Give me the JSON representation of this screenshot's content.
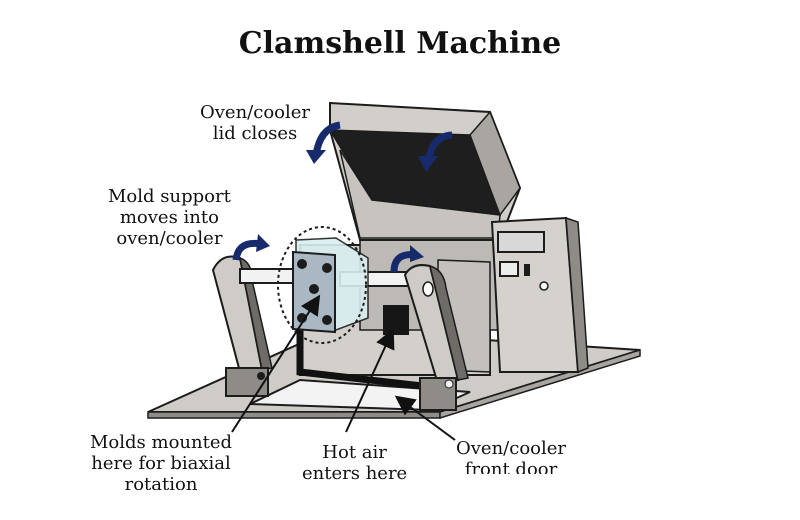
{
  "diagram": {
    "title": "Clamshell Machine",
    "labels": {
      "lid": [
        "Oven/cooler",
        "lid closes"
      ],
      "mold_support": [
        "Mold support",
        "moves into",
        "oven/cooler"
      ],
      "molds": [
        "Molds mounted",
        "here for biaxial",
        "rotation"
      ],
      "hot_air": [
        "Hot air",
        "enters here"
      ],
      "front_door": [
        "Oven/cooler",
        "front door"
      ]
    },
    "colors": {
      "metal": "#c9c6c2",
      "metal_dark": "#8f8b86",
      "outline": "#1c1c1c",
      "arrow_blue": "#172a6b",
      "mold_face": "#a9b8c3",
      "glass": "#d9eef0"
    }
  }
}
